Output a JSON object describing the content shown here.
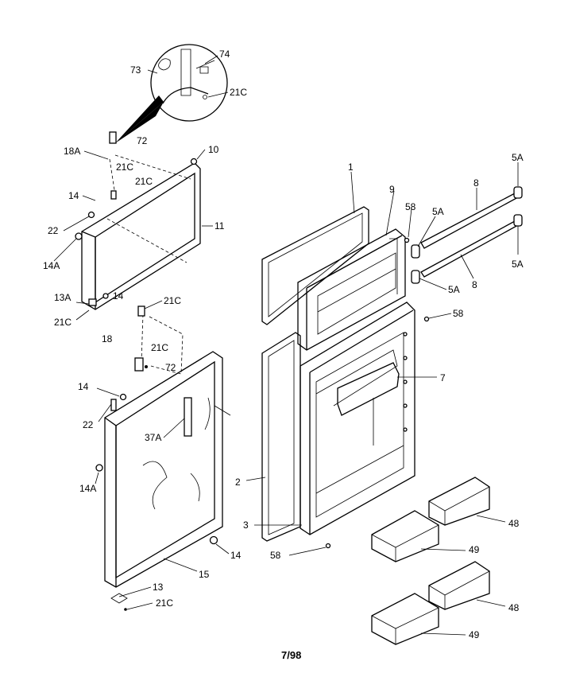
{
  "figure_code": "7/98",
  "callouts": {
    "c1": "1",
    "c2": "2",
    "c3": "3",
    "c5a_a": "5A",
    "c5a_b": "5A",
    "c5a_c": "5A",
    "c5a_d": "5A",
    "c7": "7",
    "c8_a": "8",
    "c8_b": "8",
    "c9": "9",
    "c10": "10",
    "c11": "11",
    "c13": "13",
    "c13a": "13A",
    "c14_a": "14",
    "c14_b": "14",
    "c14_c": "14",
    "c14_d": "14",
    "c14a_a": "14A",
    "c14a_b": "14A",
    "c15": "15",
    "c18": "18",
    "c18a": "18A",
    "c21c_a": "21C",
    "c21c_b": "21C",
    "c21c_c": "21C",
    "c21c_d": "21C",
    "c21c_e": "21C",
    "c21c_f": "21C",
    "c21c_g": "21C",
    "c22_a": "22",
    "c22_b": "22",
    "c37a": "37A",
    "c48_a": "48",
    "c48_b": "48",
    "c49_a": "49",
    "c49_b": "49",
    "c58_a": "58",
    "c58_b": "58",
    "c58_c": "58",
    "c72_a": "72",
    "c72_b": "72",
    "c73": "73",
    "c74": "74"
  }
}
